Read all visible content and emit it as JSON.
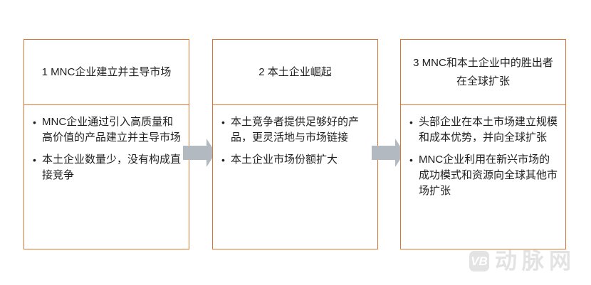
{
  "colors": {
    "box_border": "#de7431",
    "arrow_fill": "#b2b9c1",
    "body_text": "#1f1f1f",
    "watermark_gray": "#e3e3e3",
    "background": "#ffffff"
  },
  "diagram": {
    "bullet_char": "•",
    "stages": [
      {
        "title": "1 MNC企业建立并主导市场",
        "bullets": [
          "MNC企业通过引入高质量和高价值的产品建立并主导市场",
          "本土企业数量少，没有构成直接竞争"
        ]
      },
      {
        "title": "2 本土企业崛起",
        "bullets": [
          "本土竞争者提供足够好的产品，更灵活地与市场链接",
          "本土企业市场份额扩大"
        ]
      },
      {
        "title": "3 MNC和本土企业中的胜出者在全球扩张",
        "bullets": [
          "头部企业在本土市场建立规模和成本优势，并向全球扩张",
          "MNC企业利用在新兴市场的成功模式和资源向全球其他市场扩张"
        ]
      }
    ]
  },
  "watermark": {
    "logo_text": "VB",
    "brand_name": "动脉网"
  }
}
